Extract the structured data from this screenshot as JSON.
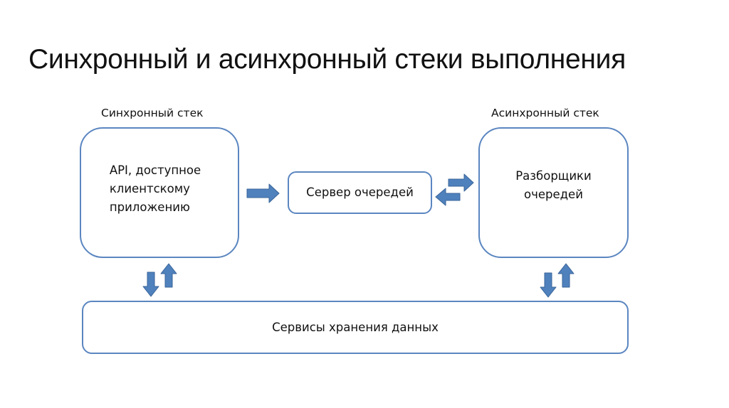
{
  "title": "Синхронный и асинхронный стеки выполнения",
  "sync_stack": {
    "label": "Синхронный стек",
    "box_lines": [
      "API, доступное",
      "клиентскому",
      "приложению"
    ]
  },
  "queue_server": {
    "text": "Сервер очередей"
  },
  "async_stack": {
    "label": "Асинхронный стек",
    "box_lines": [
      "Разборщики",
      "очередей"
    ]
  },
  "storage": {
    "text": "Сервисы хранения данных"
  },
  "colors": {
    "box_border": "#5b86c0",
    "arrow_fill": "#4f81bd",
    "arrow_stroke": "#3a6599"
  },
  "arrows": [
    {
      "from": "sync_stack",
      "to": "queue_server",
      "direction": "right"
    },
    {
      "from": "queue_server",
      "to": "async_stack",
      "direction": "right"
    },
    {
      "from": "async_stack",
      "to": "queue_server",
      "direction": "left"
    },
    {
      "from": "sync_stack",
      "to": "storage",
      "direction": "down"
    },
    {
      "from": "storage",
      "to": "sync_stack",
      "direction": "up"
    },
    {
      "from": "async_stack",
      "to": "storage",
      "direction": "down"
    },
    {
      "from": "storage",
      "to": "async_stack",
      "direction": "up"
    }
  ]
}
